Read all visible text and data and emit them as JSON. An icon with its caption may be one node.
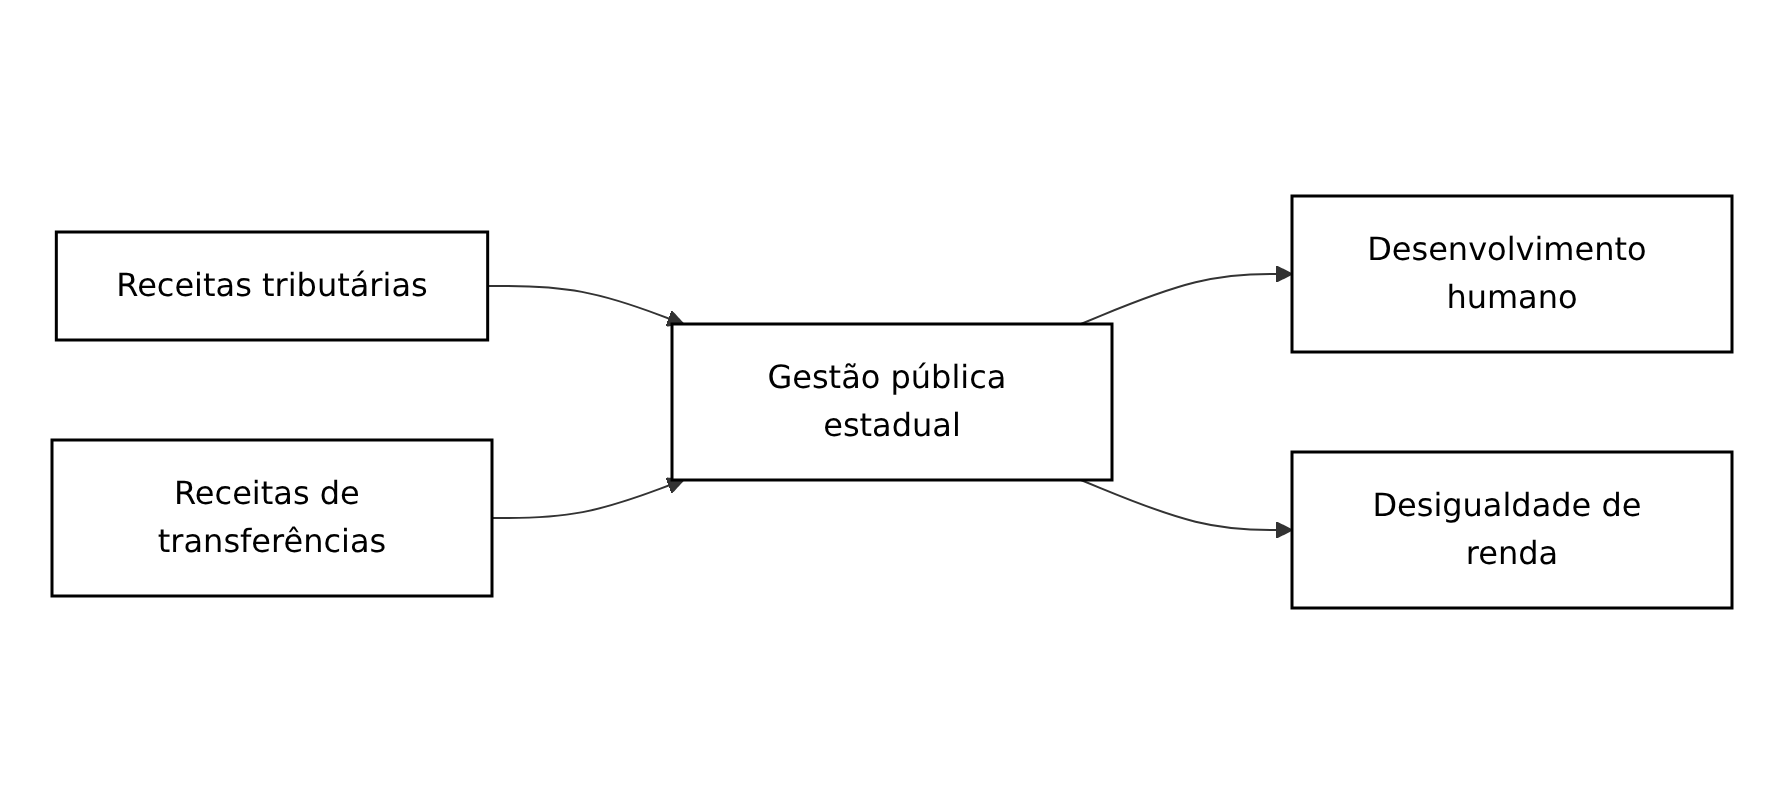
{
  "diagram": {
    "nodes": [
      {
        "text": [
          "Receitas tributárias"
        ]
      },
      {
        "text": [
          "Receitas de transferências"
        ]
      },
      {
        "text": [
          "Gestão pública estadual"
        ]
      },
      {
        "text": [
          "Desenvolvimento humano"
        ]
      },
      {
        "text": [
          "Desigualdade de renda"
        ]
      }
    ],
    "edges": [
      {
        "from": 0,
        "to": 2,
        "arrow": "to"
      },
      {
        "from": 1,
        "to": 2,
        "arrow": "to"
      },
      {
        "from": 2,
        "to": 3,
        "arrow": "to"
      },
      {
        "from": 2,
        "to": 4,
        "arrow": "to"
      }
    ]
  }
}
